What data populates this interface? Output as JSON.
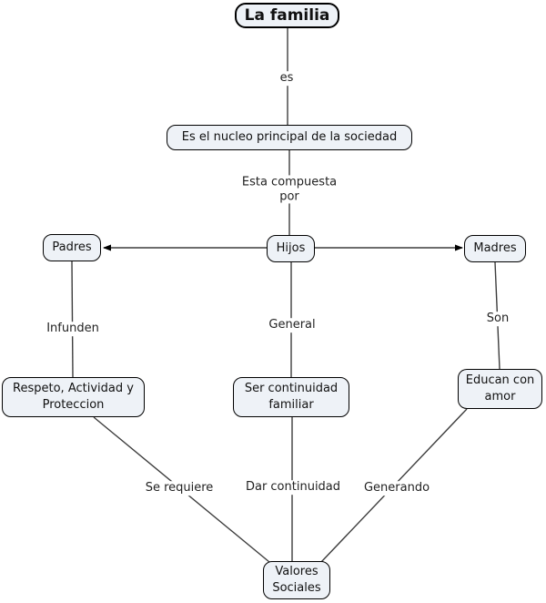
{
  "nodes": {
    "la_familia": "La familia",
    "nucleo": "Es el nucleo principal de la sociedad",
    "padres": "Padres",
    "hijos": "Hijos",
    "madres": "Madres",
    "respeto": "Respeto, Actividad y Proteccion",
    "ser_continuidad": "Ser continuidad familiar",
    "educan": "Educan con amor",
    "valores": "Valores Sociales"
  },
  "labels": {
    "es": "es",
    "esta_compuesta": "Esta compuesta por",
    "infunden": "Infunden",
    "general": "General",
    "son": "Son",
    "se_requiere": "Se requiere",
    "dar_continuidad": "Dar continuidad",
    "generando": "Generando"
  },
  "colors": {
    "node_fill": "#eef2f7",
    "node_border": "#000000",
    "line": "#3d3d3d",
    "background": "#ffffff"
  }
}
